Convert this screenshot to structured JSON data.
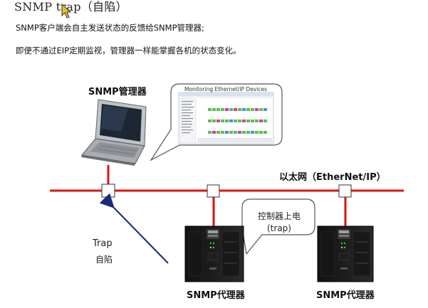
{
  "title": "SNMP trap（自陷）",
  "description": [
    "SNMP客户端会自主发送状态的反馈给SNMP管理器;",
    "即便不通过EIP定期监视，管理器一样能掌握各机的状态变化。"
  ],
  "manager": {
    "label": "SNMP管理器"
  },
  "monitor_window": {
    "title": "Monitoring Ethernet/IP Devices"
  },
  "network": {
    "label": "以太网（EtherNet/IP）"
  },
  "event_bubble": {
    "line1": "控制器上电",
    "line2": "(trap)"
  },
  "trap": {
    "label": "Trap",
    "sub_label": "自陷"
  },
  "agents": [
    {
      "label": "SNMP代理器"
    },
    {
      "label": "SNMP代理器"
    }
  ],
  "colors": {
    "network_line": "#e01010",
    "trap_arrow": "#1a2a7a",
    "cursor": "#f0c020"
  }
}
